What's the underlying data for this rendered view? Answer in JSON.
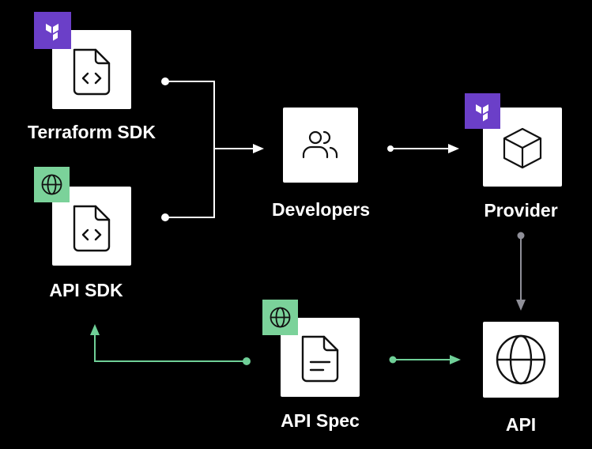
{
  "colors": {
    "background": "#000000",
    "box": "#ffffff",
    "icon_stroke": "#111111",
    "white_connector": "#ffffff",
    "green_connector": "#6fcf97",
    "gray_connector": "#8f8f98",
    "terraform_badge": "#6b3fc8",
    "api_badge": "#7bd29a"
  },
  "nodes": {
    "terraform_sdk": {
      "label": "Terraform SDK",
      "icon": "code-file-icon",
      "badge": "terraform-logo-icon"
    },
    "api_sdk": {
      "label": "API SDK",
      "icon": "code-file-icon",
      "badge": "globe-icon"
    },
    "developers": {
      "label": "Developers",
      "icon": "users-icon"
    },
    "provider": {
      "label": "Provider",
      "icon": "cube-icon",
      "badge": "terraform-logo-icon"
    },
    "api_spec": {
      "label": "API Spec",
      "icon": "document-icon",
      "badge": "globe-icon"
    },
    "api": {
      "label": "API",
      "icon": "globe-icon"
    }
  },
  "edges": [
    {
      "from": "terraform_sdk",
      "to": "developers",
      "color": "white"
    },
    {
      "from": "api_sdk",
      "to": "developers",
      "color": "white"
    },
    {
      "from": "developers",
      "to": "provider",
      "color": "white"
    },
    {
      "from": "provider",
      "to": "api",
      "color": "gray"
    },
    {
      "from": "api_spec",
      "to": "api",
      "color": "green"
    },
    {
      "from": "api_spec",
      "to": "api_sdk",
      "color": "green"
    }
  ]
}
